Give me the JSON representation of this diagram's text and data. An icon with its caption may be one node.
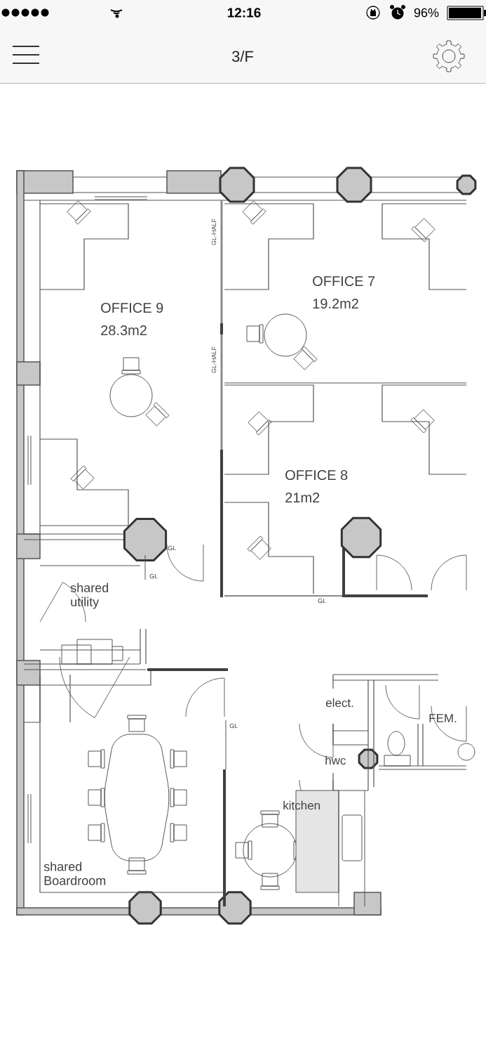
{
  "diagram": {
    "title": "3/F",
    "labels": [
      "12:16",
      "96%",
      "OFFICE 9",
      "28.3m2",
      "OFFICE 7",
      "19.2m2",
      "OFFICE 8",
      "21m2",
      "GL-HALF",
      "GL-HALF",
      "GL",
      "GL",
      "shared utility",
      "GL",
      "elect.",
      "FEM.",
      "GL",
      "hwc",
      "kitchen",
      "shared Boardroom"
    ]
  }
}
